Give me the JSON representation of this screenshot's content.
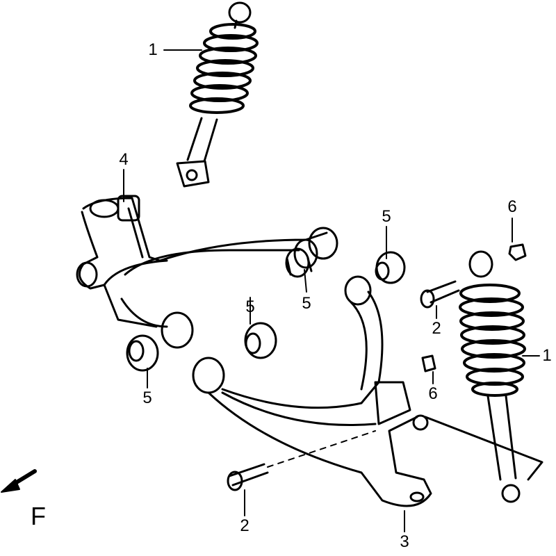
{
  "diagram": {
    "callouts": [
      {
        "id": "shock-upper",
        "label": "1"
      },
      {
        "id": "upper-arm",
        "label": "4"
      },
      {
        "id": "bushing-right-top",
        "label": "5"
      },
      {
        "id": "nut-top",
        "label": "6"
      },
      {
        "id": "bushing-upper-inner",
        "label": "5"
      },
      {
        "id": "bushing-center",
        "label": "5"
      },
      {
        "id": "bolt-right",
        "label": "2"
      },
      {
        "id": "shock-right",
        "label": "1"
      },
      {
        "id": "bushing-left",
        "label": "5"
      },
      {
        "id": "nut-mid",
        "label": "6"
      },
      {
        "id": "bolt-bottom",
        "label": "2"
      },
      {
        "id": "lower-arm",
        "label": "3"
      }
    ],
    "direction_label": "F"
  }
}
